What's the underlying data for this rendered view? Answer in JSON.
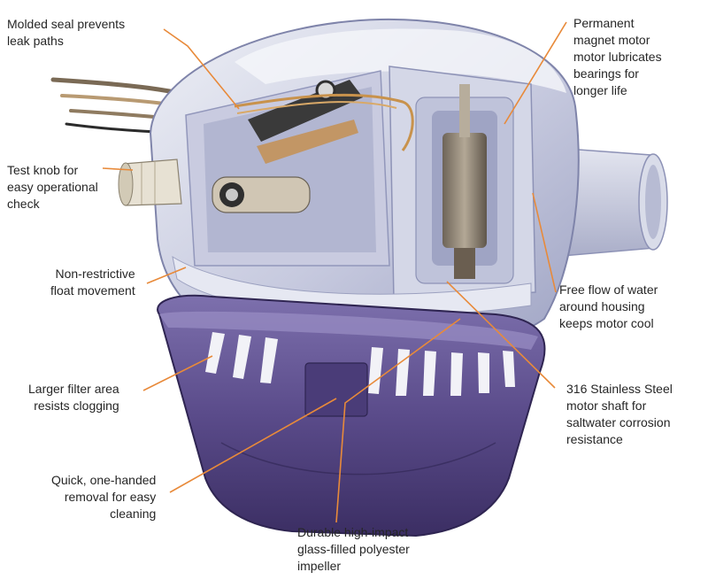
{
  "callouts": {
    "seal": {
      "lines": [
        "Molded seal prevents",
        "leak paths"
      ]
    },
    "magnet": {
      "lines": [
        "Permanent",
        "magnet motor",
        "motor lubricates",
        "bearings for",
        "longer life"
      ]
    },
    "knob": {
      "lines": [
        "Test knob for",
        "easy operational",
        "check"
      ]
    },
    "float": {
      "lines": [
        "Non-restrictive",
        "float movement"
      ]
    },
    "flow": {
      "lines": [
        "Free flow of water",
        "around housing",
        "keeps motor cool"
      ]
    },
    "filter": {
      "lines": [
        "Larger filter area",
        "resists clogging"
      ]
    },
    "shaft": {
      "lines": [
        "316 Stainless Steel",
        "motor shaft for",
        "saltwater corrosion",
        "resistance"
      ]
    },
    "quick": {
      "lines": [
        "Quick, one-handed",
        "removal for easy",
        "cleaning"
      ]
    },
    "impeller": {
      "lines": [
        "Durable high-impact",
        "glass-filled polyester",
        "impeller"
      ]
    }
  },
  "colors": {
    "leader": "#e88a3a",
    "housing_light": "#dde0ec",
    "housing_mid": "#b4b8d2",
    "housing_shadow": "#8d92b6",
    "base": "#5c4d8c",
    "base_dark": "#3e3066",
    "metal": "#9a8f80",
    "copper": "#c58f4a"
  }
}
